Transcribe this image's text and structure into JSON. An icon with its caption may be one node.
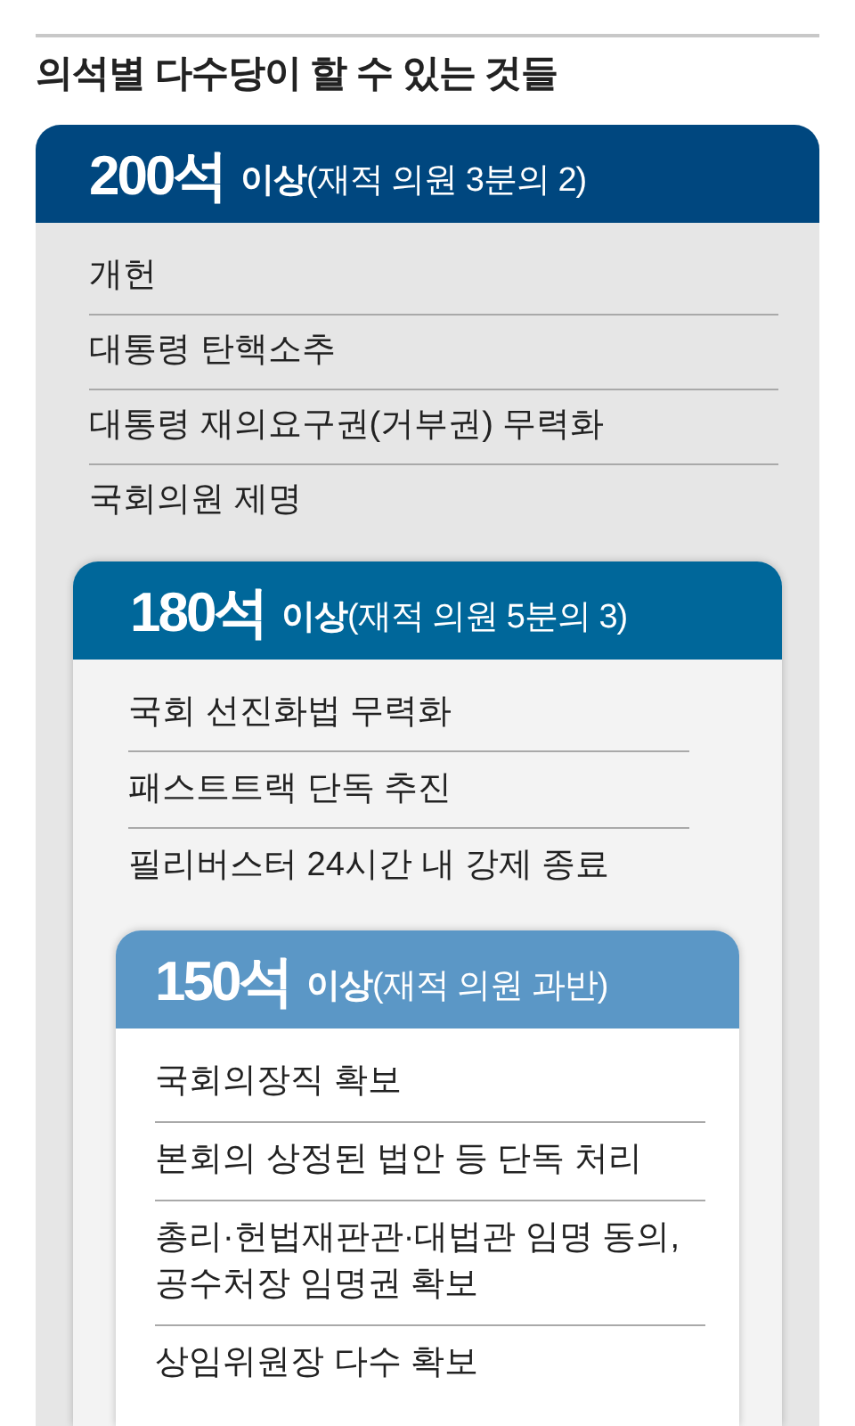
{
  "diagram": {
    "title": "의석별 다수당이 할 수 있는 것들",
    "nodes": [
      {
        "text": [
          "200석",
          "**이상**(재적 의원 3분의 2)",
          "개헌",
          "대통령 탄핵소추",
          "대통령 재의요구권(거부권) 무력화",
          "국회의원 제명"
        ]
      },
      {
        "text": [
          "180석",
          "**이상**(재적 의원 5분의 3)",
          "국회 선진화법 무력화",
          "패스트트랙 단독 추진",
          "필리버스터 24시간 내 강제 종료"
        ],
        "in": 0
      },
      {
        "text": [
          "150석",
          "**이상**(재적 의원 과반)",
          "국회의장직 확보",
          "본회의 상정된 법안 등 단독 처리",
          "총리·헌법재판관·대법관 임명 동의, 공수처장 임명권 확보",
          "상임위원장 다수 확보"
        ],
        "in": 1
      }
    ]
  }
}
